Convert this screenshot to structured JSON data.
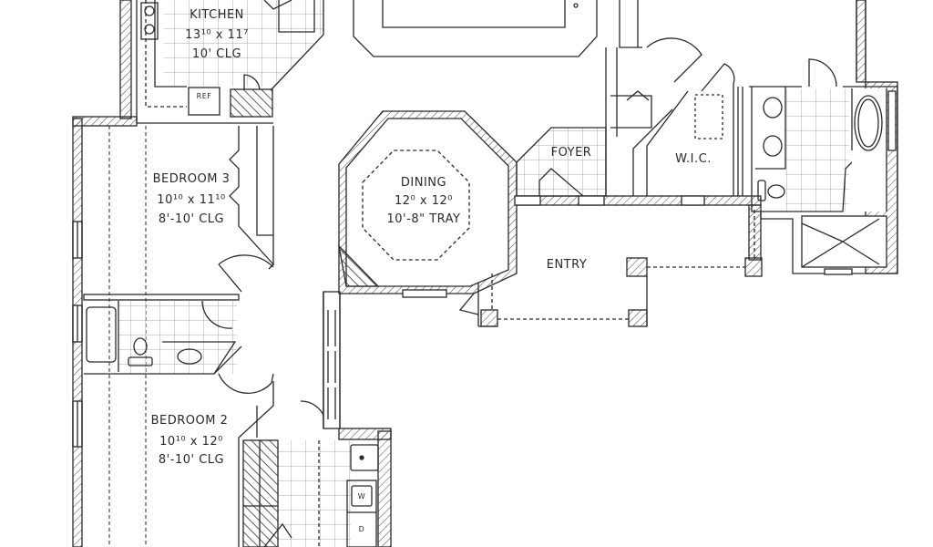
{
  "rooms": {
    "kitchen": {
      "name": "KITCHEN",
      "size": "13¹⁰ x 11⁷",
      "ceiling": "10' CLG",
      "appliance": "REF"
    },
    "dining": {
      "name": "DINING",
      "size": "12⁰ x 12⁰",
      "ceiling": "10'-8\" TRAY"
    },
    "foyer": {
      "name": "FOYER"
    },
    "wic": {
      "name": "W.I.C."
    },
    "entry": {
      "name": "ENTRY"
    },
    "bedroom3": {
      "name": "BEDROOM 3",
      "size": "10¹⁰ x 11¹⁰",
      "ceiling": "8'-10' CLG"
    },
    "bedroom2": {
      "name": "BEDROOM 2",
      "size": "10¹⁰ x 12⁰",
      "ceiling": "8'-10' CLG"
    },
    "laundry": {
      "washer": "W",
      "dryer": "D"
    }
  },
  "colors": {
    "line": "#2a2a2a",
    "tile": "#9a9a9a"
  }
}
